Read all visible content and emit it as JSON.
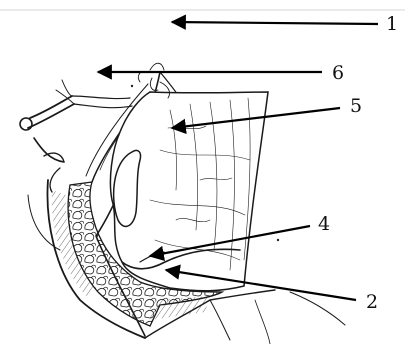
{
  "figure": {
    "callouts": [
      {
        "id": "c1",
        "label": "1"
      },
      {
        "id": "c2",
        "label": "2"
      },
      {
        "id": "c4",
        "label": "4"
      },
      {
        "id": "c5",
        "label": "5"
      },
      {
        "id": "c6",
        "label": "6"
      }
    ]
  }
}
